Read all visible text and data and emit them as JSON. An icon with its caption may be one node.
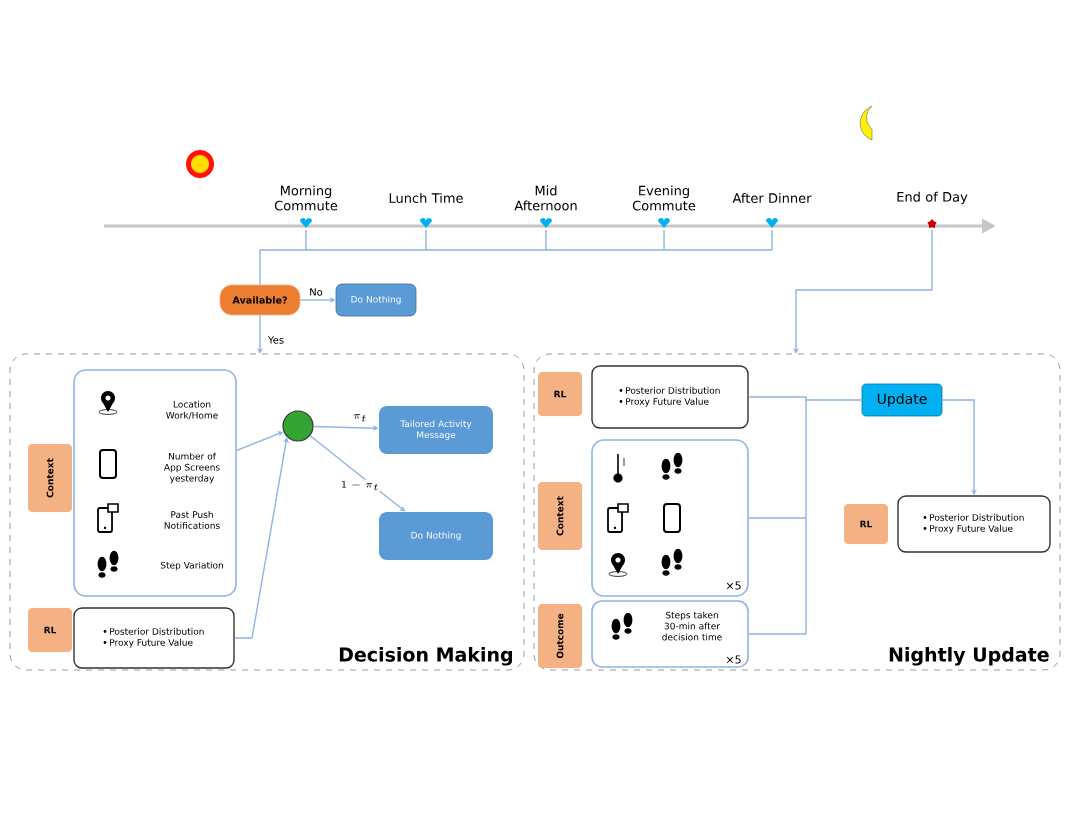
{
  "diagram": {
    "nodes": [
      {
        "text": [
          "Morning Commute"
        ]
      },
      {
        "text": [
          "Lunch Time"
        ]
      },
      {
        "text": [
          "Mid Afternoon"
        ]
      },
      {
        "text": [
          "Evening Commute"
        ]
      },
      {
        "text": [
          "After Dinner"
        ]
      },
      {
        "text": [
          "End of Day"
        ]
      },
      {
        "text": [
          "Available?"
        ]
      },
      {
        "text": [
          "Do Nothing"
        ]
      },
      {
        "text": [
          "Decision Making"
        ]
      },
      {
        "text": [
          "Context"
        ],
        "in": 8
      },
      {
        "text": [
          "Location Work/Home",
          "Number of App Screens yesterday",
          "Past Push Notifications",
          "Step Variation"
        ],
        "in": 8
      },
      {
        "text": [
          "RL"
        ],
        "in": 8
      },
      {
        "text": [
          "Posterior Distribution",
          "Proxy Future Value"
        ],
        "in": 8
      },
      {
        "text": [],
        "shape": "circle",
        "in": 8
      },
      {
        "text": [
          "Tailored Activity Message"
        ],
        "in": 8
      },
      {
        "text": [
          "Do Nothing"
        ],
        "in": 8
      },
      {
        "text": [
          "Nightly Update"
        ]
      },
      {
        "text": [
          "RL"
        ],
        "in": 16
      },
      {
        "text": [
          "Posterior Distribution",
          "Proxy Future Value"
        ],
        "in": 16
      },
      {
        "text": [
          "Context"
        ],
        "in": 16
      },
      {
        "text": [
          "×5"
        ],
        "in": 16
      },
      {
        "text": [
          "Outcome"
        ],
        "in": 16
      },
      {
        "text": [
          "Steps taken 30-min after decision time",
          "×5"
        ],
        "in": 16
      },
      {
        "text": [
          "Update"
        ],
        "in": 16
      },
      {
        "text": [
          "RL"
        ],
        "in": 16
      },
      {
        "text": [
          "Posterior Distribution",
          "Proxy Future Value"
        ],
        "in": 16
      }
    ],
    "edges": [
      {
        "from": 0,
        "to": 6,
        "arrow": "none"
      },
      {
        "from": 1,
        "to": 6,
        "arrow": "none"
      },
      {
        "from": 2,
        "to": 6,
        "arrow": "none"
      },
      {
        "from": 3,
        "to": 6,
        "arrow": "none"
      },
      {
        "from": 4,
        "to": 6,
        "arrow": "none"
      },
      {
        "from": 6,
        "to": 7,
        "arrow": "to",
        "label": "No"
      },
      {
        "from": 6,
        "to": 8,
        "arrow": "to",
        "label": "Yes"
      },
      {
        "from": 5,
        "to": 16,
        "arrow": "to"
      },
      {
        "from": 10,
        "to": 13,
        "arrow": "to"
      },
      {
        "from": 12,
        "to": 13,
        "arrow": "to"
      },
      {
        "from": 13,
        "to": 14,
        "arrow": "to",
        "label": "\\pi_t"
      },
      {
        "from": 13,
        "to": 15,
        "arrow": "to",
        "label": "1-\\pi_t"
      },
      {
        "from": 18,
        "to": 23,
        "arrow": "none"
      },
      {
        "from": 20,
        "to": 23,
        "arrow": "none"
      },
      {
        "from": 22,
        "to": 23,
        "arrow": "none"
      },
      {
        "from": 23,
        "to": 25,
        "arrow": "to"
      }
    ]
  }
}
